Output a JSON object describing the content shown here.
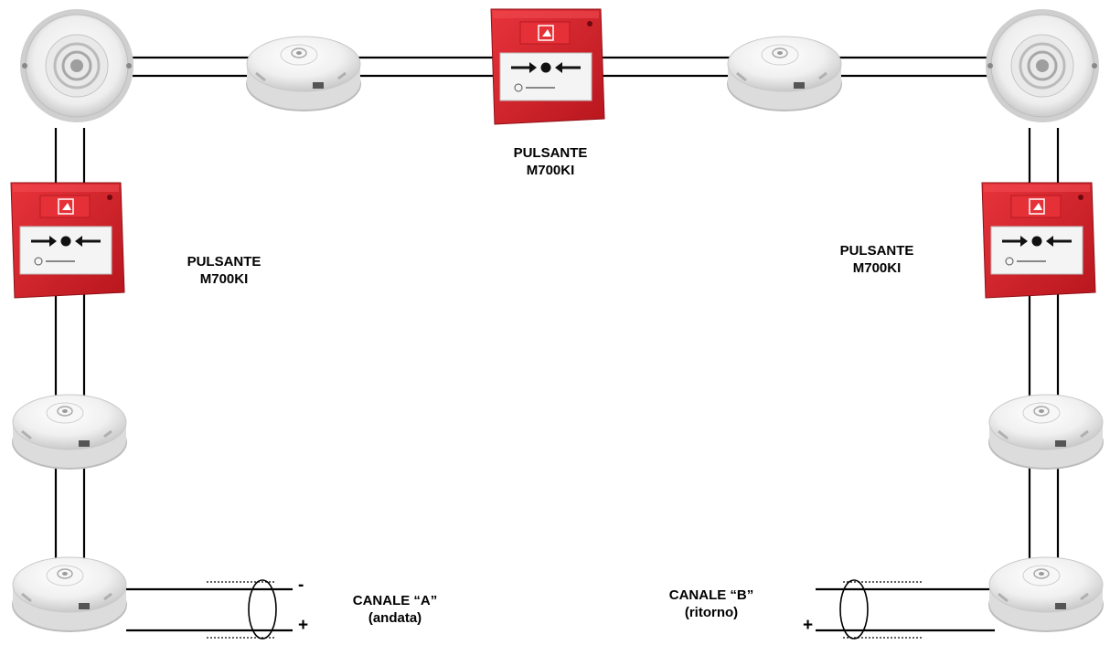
{
  "labels": {
    "pulsante_top": {
      "line1": "PULSANTE",
      "line2": "M700KI"
    },
    "pulsante_left": {
      "line1": "PULSANTE",
      "line2": "M700KI"
    },
    "pulsante_right": {
      "line1": "PULSANTE",
      "line2": "M700KI"
    },
    "canale_a": {
      "line1": "CANALE “A”",
      "line2": "(andata)"
    },
    "canale_b": {
      "line1": "CANALE “B”",
      "line2": "(ritorno)"
    }
  },
  "terminals": {
    "minus": "-",
    "plus": "+"
  },
  "devices": [
    {
      "name": "sounder",
      "count": 2
    },
    {
      "name": "smoke detector",
      "count": 6
    },
    {
      "name": "manual call point",
      "count": 3
    }
  ],
  "colors": {
    "call_point_red": "#d8232a",
    "call_point_dark_red": "#a8141b",
    "detector_white": "#f2f2f2",
    "wire": "#000000"
  }
}
